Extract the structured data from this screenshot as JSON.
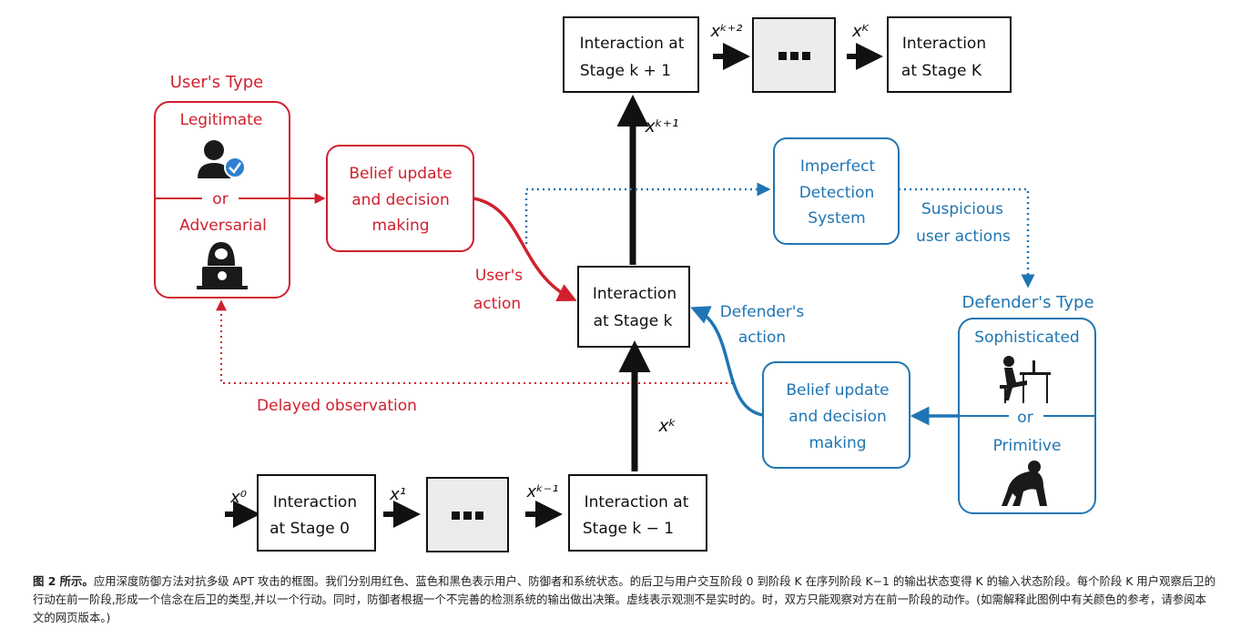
{
  "colors": {
    "user": "#d0202e",
    "defender": "#1f75b3",
    "system": "#111111",
    "dots_bg": "#ececec"
  },
  "user": {
    "type_label": "User's Type",
    "legitimate": "Legitimate",
    "or": "or",
    "adversarial": "Adversarial",
    "belief_line1": "Belief update",
    "belief_line2": "and decision",
    "belief_line3": "making",
    "action_line1": "User's",
    "action_line2": "action",
    "delayed": "Delayed observation"
  },
  "defender": {
    "type_label": "Defender's Type",
    "sophisticated": "Sophisticated",
    "or": "or",
    "primitive": "Primitive",
    "belief_line1": "Belief update",
    "belief_line2": "and decision",
    "belief_line3": "making",
    "action_line1": "Defender's",
    "action_line2": "action",
    "ids_line1": "Imperfect",
    "ids_line2": "Detection",
    "ids_line3": "System",
    "susp_line1": "Suspicious",
    "susp_line2": "user actions"
  },
  "stages": {
    "k_line1": "Interaction",
    "k_line2": "at Stage k",
    "k1_line1": "Interaction at",
    "k1_line2": "Stage k + 1",
    "K_line1": "Interaction",
    "K_line2": "at Stage K",
    "zero_line1": "Interaction",
    "zero_line2": "at Stage 0",
    "km1_line1": "Interaction at",
    "km1_line2": "Stage k − 1"
  },
  "states": {
    "x0": "x⁰",
    "x1": "x¹",
    "xkm1": "xᵏ⁻¹",
    "xk": "xᵏ",
    "xkp1": "xᵏ⁺¹",
    "xkp2": "xᵏ⁺²",
    "xK": "xᴷ"
  },
  "caption": {
    "lead": "图 2 所示。",
    "text": "应用深度防御方法对抗多级 APT 攻击的框图。我们分别用红色、蓝色和黑色表示用户、防御者和系统状态。的后卫与用户交互阶段 0 到阶段 K 在序列阶段 K−1 的输出状态变得 K 的输入状态阶段。每个阶段 K 用户观察后卫的行动在前一阶段,形成一个信念在后卫的类型,并以一个行动。同时，防御者根据一个不完善的检测系统的输出做出决策。虚线表示观测不是实时的。时，双方只能观察对方在前一阶段的动作。(如需解释此图例中有关颜色的参考，请参阅本文的网页版本。)"
  }
}
